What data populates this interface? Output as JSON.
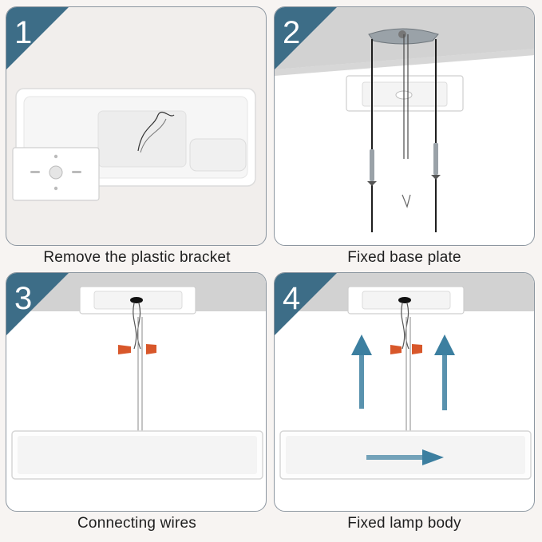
{
  "steps": [
    {
      "number": "1",
      "caption": "Remove the plastic bracket"
    },
    {
      "number": "2",
      "caption": "Fixed base plate"
    },
    {
      "number": "3",
      "caption": "Connecting wires"
    },
    {
      "number": "4",
      "caption": "Fixed lamp body"
    }
  ],
  "colors": {
    "badge": "#3d6d87",
    "arrow": "#3c7fa0",
    "wire_nut": "#d8572a",
    "border": "#8c96a0"
  }
}
